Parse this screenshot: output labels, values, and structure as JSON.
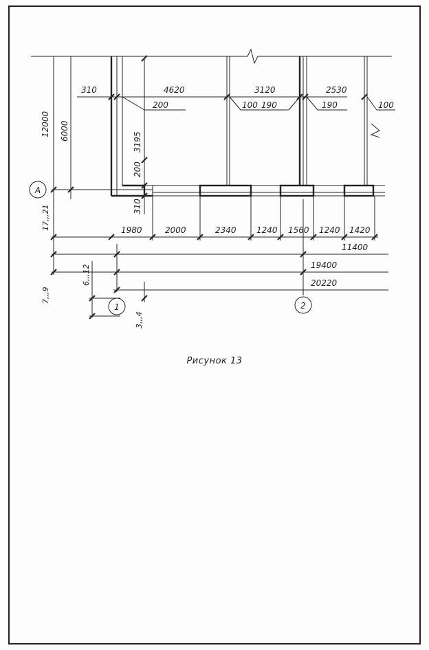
{
  "caption": "Рисунок 13",
  "axes": {
    "row_a": "A",
    "col_1": "1",
    "col_2": "2"
  },
  "top_dims": [
    "310",
    "4620",
    "3120",
    "2530"
  ],
  "sub_dims": [
    "200",
    "100",
    "190",
    "190",
    "100"
  ],
  "vertical_dims": [
    "12000",
    "6000",
    "3195",
    "200",
    "310"
  ],
  "bottom_dims": [
    "1980",
    "2000",
    "2340",
    "1240",
    "1560",
    "1240",
    "1420"
  ],
  "totals": [
    "11400",
    "19400",
    "20220"
  ],
  "side_labels": [
    "17,,,21",
    "6,,,12",
    "7,,,9",
    "3,,,4"
  ]
}
